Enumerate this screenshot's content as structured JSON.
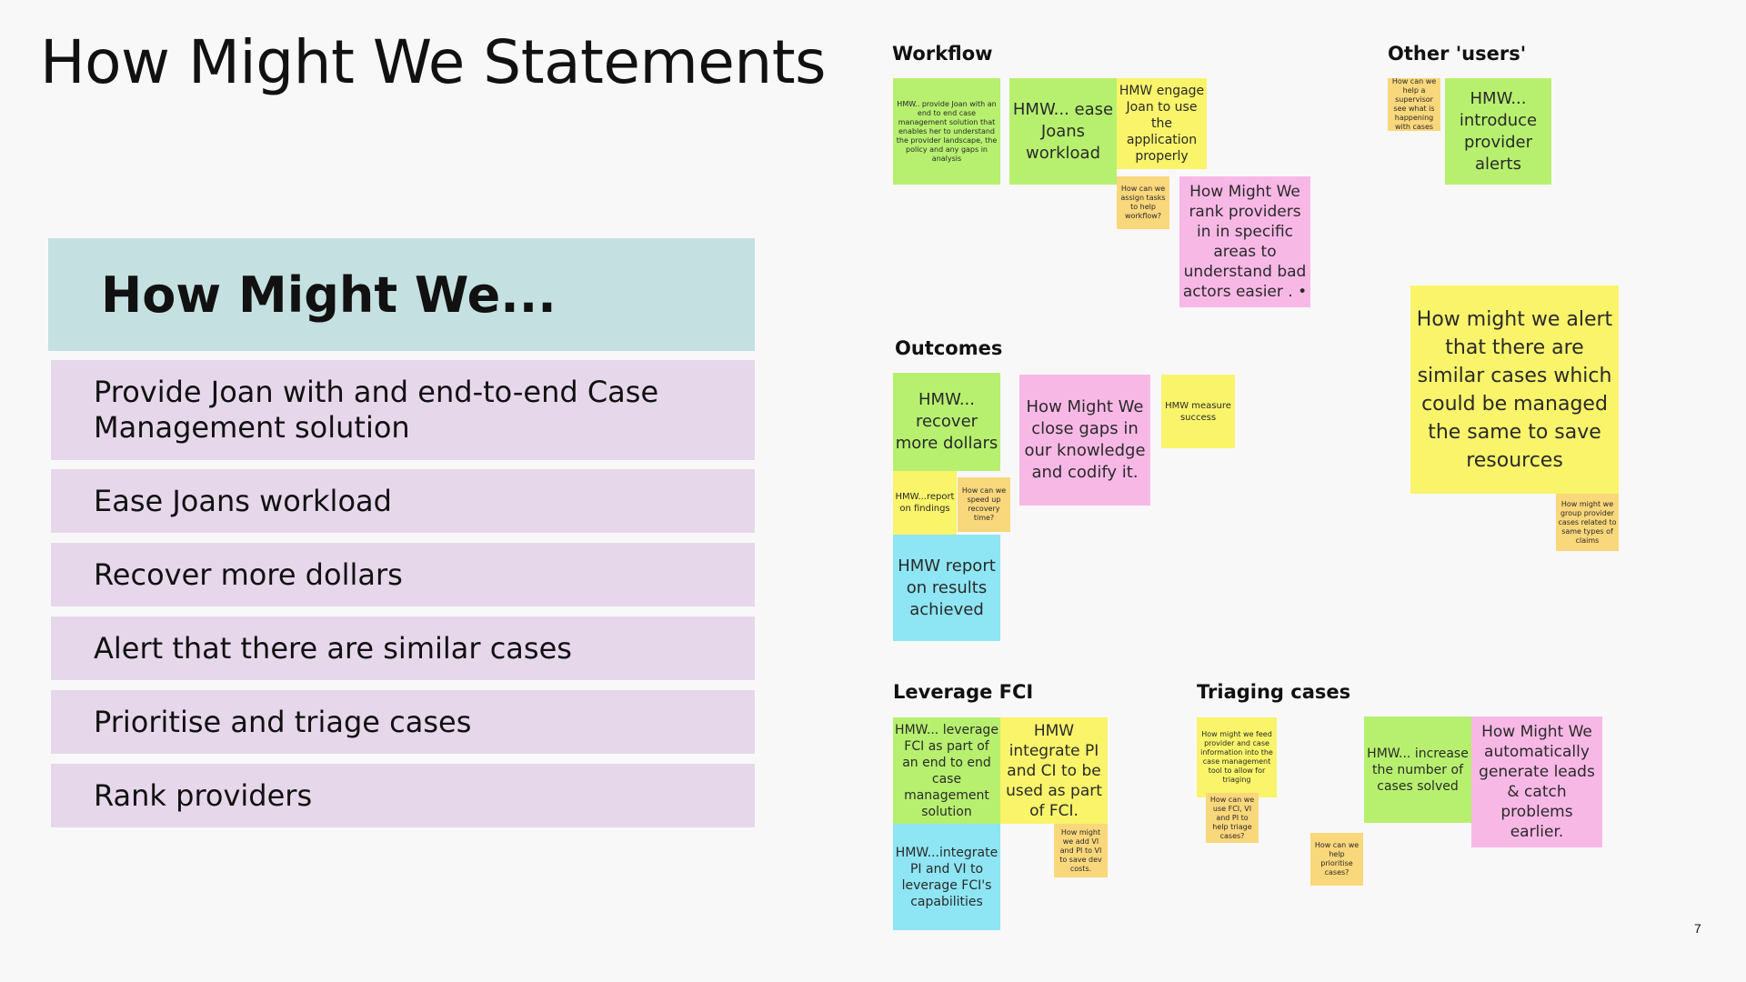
{
  "title": "How Might We Statements",
  "hmw": {
    "header": "How Might We...",
    "items": [
      "Provide Joan with and end-to-end Case Management solution",
      "Ease Joans workload",
      "Recover more dollars",
      "Alert that there are similar cases",
      "Prioritise and triage cases",
      "Rank providers"
    ]
  },
  "board": {
    "sections": {
      "workflow": "Workflow",
      "other_users": "Other 'users'",
      "outcomes": "Outcomes",
      "leverage_fci": "Leverage FCI",
      "triaging": "Triaging cases"
    },
    "notes": {
      "w1": "HMW.. provide Joan with an end to end case management solution that enables her to understand the provider landscape, the policy and any gaps in analysis",
      "w2": "HMW... ease Joans workload",
      "w3": "HMW engage Joan to use the application properly",
      "w4": "How can we assign tasks to help workflow?",
      "w5": "How Might We rank providers in in specific areas to understand bad actors easier . •",
      "u1": "How can we help a supervisor see what is happening with cases",
      "u2": "HMW... introduce provider alerts",
      "u3": "How might we alert that there are similar cases which could be managed the same to save resources",
      "u4": "How might we group provider cases related to same types of claims",
      "o1": "HMW... recover more dollars",
      "o2": "How Might We close gaps in our knowledge and codify it.",
      "o3": "HMW measure success",
      "o4": "HMW...report on findings",
      "o5": "How can we speed up recovery time?",
      "o6": "HMW report on results achieved",
      "l1": "HMW... leverage FCI as part of an end to end case management solution",
      "l2": "HMW integrate PI and CI to be used as part of FCI.",
      "l3": "How might we add VI and PI to VI to save dev costs.",
      "l4": "HMW...integrate PI and VI to leverage FCI's capabilities",
      "t1": "How might we feed provider and case information into the case management tool to allow for triaging",
      "t2": "How can we use FCI, VI and PI to help triage cases?",
      "t3": "How can we help prioritise cases?",
      "t4": "HMW... increase the number of cases solved",
      "t5": "How Might We automatically generate leads & catch problems earlier."
    }
  },
  "page_number": "7",
  "colors": {
    "header_bg": "#c5e0e0",
    "row_bg": "#e6d8ea",
    "sticky_green": "#b7f06f",
    "sticky_yellow": "#f9f46a",
    "sticky_pink": "#f8b8e6",
    "sticky_blue": "#8ee5f3",
    "sticky_orange": "#f9d77b"
  }
}
